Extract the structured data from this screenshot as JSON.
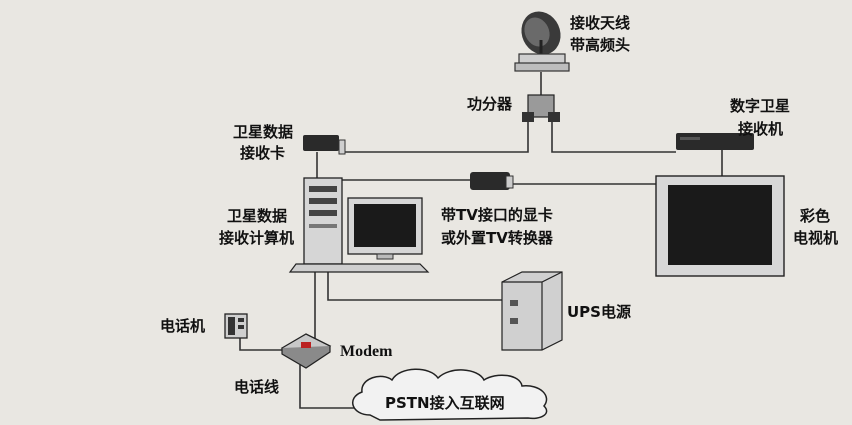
{
  "labels": {
    "antenna_line1": "接收天线",
    "antenna_line2": "带高频头",
    "splitter": "功分器",
    "sat_card_line1": "卫星数据",
    "sat_card_line2": "接收卡",
    "digital_receiver_line1": "数字卫星",
    "digital_receiver_line2": "接收机",
    "pc_line1": "卫星数据",
    "pc_line2": "接收计算机",
    "tv_card_line1": "带TV接口的显卡",
    "tv_card_line2": "或外置TV转换器",
    "color_tv_line1": "彩色",
    "color_tv_line2": "电视机",
    "ups": "UPS电源",
    "telephone": "电话机",
    "modem": "Modem",
    "phone_line": "电话线",
    "pstn": "PSTN接入互联网"
  },
  "colors": {
    "paper": "#e9e7e2",
    "ink": "#111111",
    "device_dark": "#2a2a2a",
    "device_light": "#d8d8d8",
    "screen": "#1a1a1a"
  }
}
